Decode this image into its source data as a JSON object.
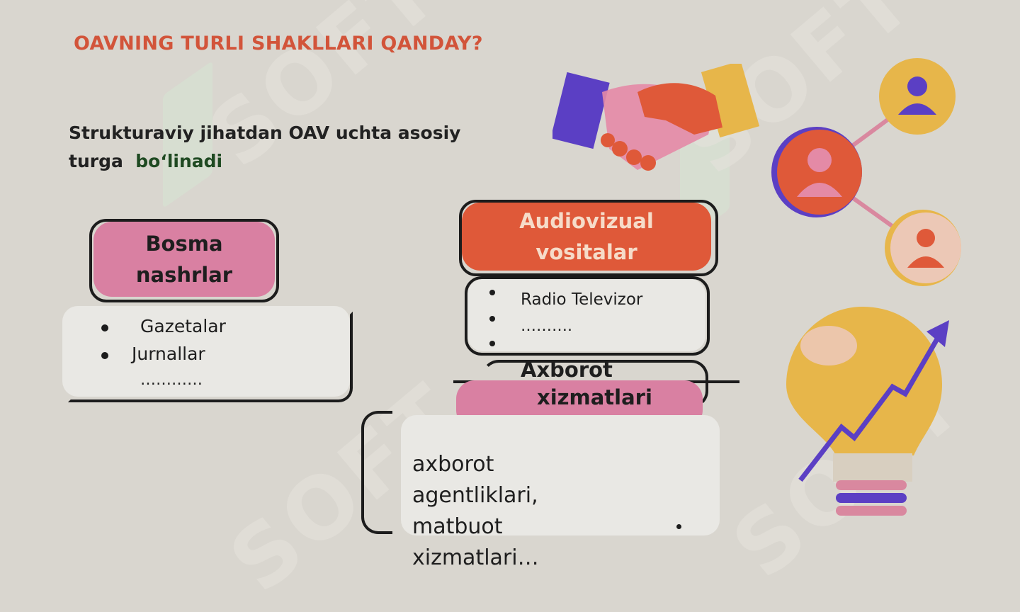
{
  "slide": {
    "title": "OAVNING TURLI SHAKLLARI QANDAY?",
    "intro_line1": "Strukturaviy jihatdan OAV uchta asosiy",
    "intro_line2_a": "turga",
    "intro_line2_b": "bo‘linadi"
  },
  "watermark": {
    "text": "SOFT"
  },
  "bosma": {
    "heading_line1": "Bosma",
    "heading_line2": "nashrlar",
    "items": [
      "Gazetalar",
      "Jurnallar"
    ],
    "ellipsis": "…………"
  },
  "audio": {
    "heading_line1": "Audiovizual",
    "heading_line2": "vositalar",
    "item_line1": "Radio   Televizor",
    "ellipsis": "……….",
    "bullet_count": 3
  },
  "axborot": {
    "heading_line1": "Axborot",
    "heading_line2": "xizmatlari",
    "body_line1": "axborot",
    "body_line2": "agentliklari,",
    "body_line3": "matbuot",
    "body_line4": "xizmatlari…"
  },
  "colors": {
    "background": "#d9d6cf",
    "title": "#d2543a",
    "pink": "#d980a2",
    "orange": "#df5939",
    "purple": "#5b3fc4",
    "yellow": "#e7b64a"
  },
  "illustrations": [
    "handshake-icon",
    "people-network-icon",
    "lightbulb-growth-icon"
  ]
}
